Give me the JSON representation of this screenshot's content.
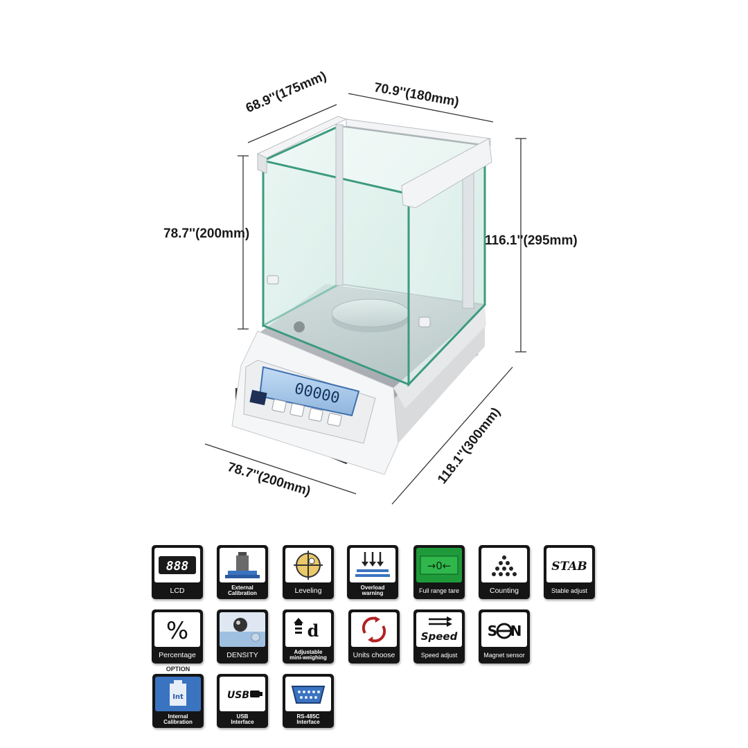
{
  "dimensions": {
    "depth": "68.9''(175mm)",
    "width": "70.9''(180mm)",
    "chamber_height": "78.7''(200mm)",
    "total_height": "116.1''(295mm)",
    "base_width": "78.7''(200mm)",
    "base_depth": "118.1''(300mm)"
  },
  "display": {
    "readout": "00000"
  },
  "option_label": "OPTION",
  "features": [
    {
      "icon": "lcd-icon",
      "label": "LCD",
      "glyph": "888"
    },
    {
      "icon": "weight-icon",
      "label_lines": [
        "External",
        "Calibration"
      ]
    },
    {
      "icon": "crosshair-icon",
      "label": "Leveling"
    },
    {
      "icon": "overload-icon",
      "label_lines": [
        "Overload",
        "warning"
      ]
    },
    {
      "icon": "tare-icon",
      "label": "Full range tare",
      "glyph": "→0←"
    },
    {
      "icon": "counting-icon",
      "label": "Counting"
    },
    {
      "icon": "stab-icon",
      "label": "Stable adjust",
      "glyph": "STAB"
    },
    {
      "icon": "percent-icon",
      "label": "Percentage",
      "glyph": "%"
    },
    {
      "icon": "density-icon",
      "label": "DENSITY"
    },
    {
      "icon": "mini-weighing-icon",
      "label_lines": [
        "Adjustable",
        "mini-weighing"
      ],
      "glyph": "d"
    },
    {
      "icon": "units-icon",
      "label": "Units choose"
    },
    {
      "icon": "speed-icon",
      "label": "Speed adjust",
      "glyph": "Speed"
    },
    {
      "icon": "magnet-icon",
      "label": "Magnet sensor",
      "glyph": "SN"
    },
    {
      "icon": "internal-calibration-icon",
      "label_lines": [
        "Internal",
        "Calibration"
      ],
      "glyph": "Int"
    },
    {
      "icon": "usb-icon",
      "label_lines": [
        "USB",
        "Interface"
      ],
      "glyph": "USB"
    },
    {
      "icon": "serial-port-icon",
      "label_lines": [
        "RS-485C",
        "Interface"
      ]
    }
  ],
  "colors": {
    "accent_blue": "#3a73c0",
    "tare_green": "#1f9a3a",
    "units_red": "#b22222",
    "lcd_blue": "#a9c8ea"
  }
}
